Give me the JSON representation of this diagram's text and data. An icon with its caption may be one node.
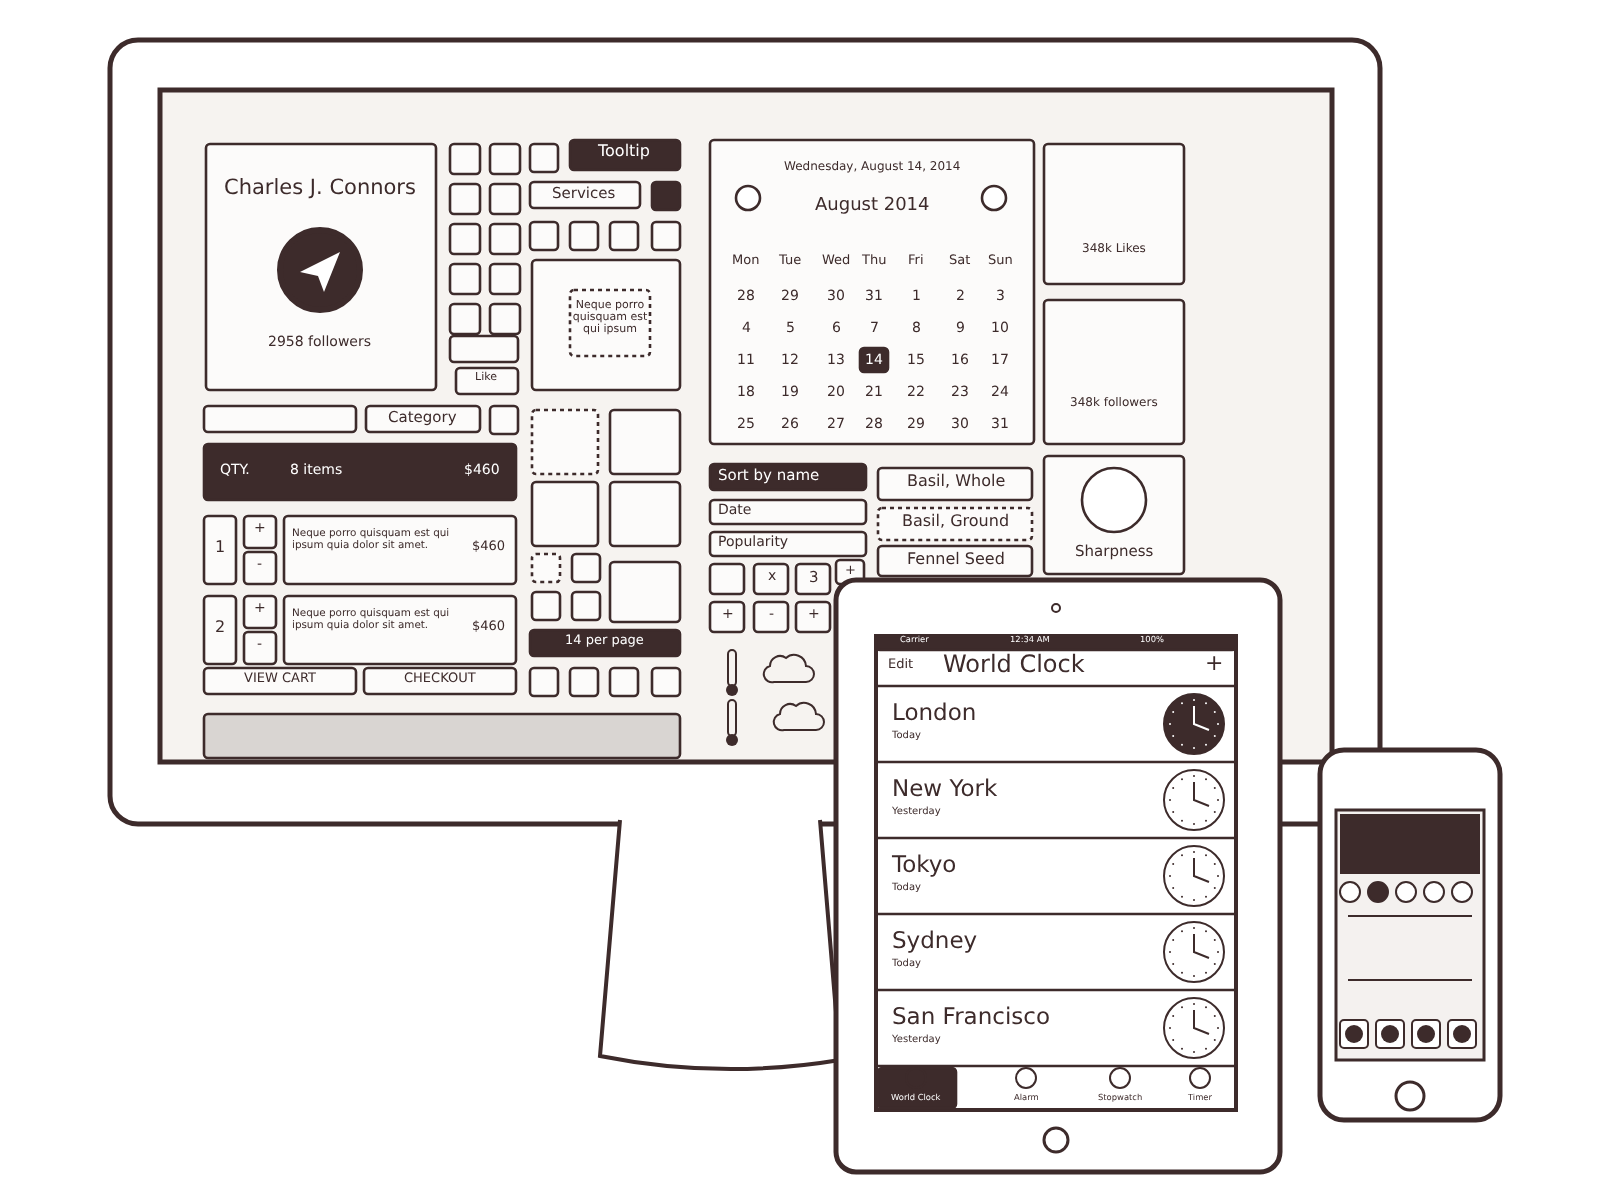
{
  "diagram": {
    "labels": [
      "Charles J. Connors",
      "2958 followers",
      "Tooltip",
      "Services",
      "Neque porro quisquam est qui ipsum",
      "Like",
      "Category",
      "QTY.",
      "8 items",
      "$460",
      "1",
      "+",
      "-",
      "Neque porro quisquam est qui ipsum quia dolor sit amet.",
      "$460",
      "2",
      "+",
      "-",
      "Neque porro quisquam est qui ipsum quia dolor sit amet.",
      "$460",
      "14 per page",
      "VIEW CART",
      "CHECKOUT",
      "Wednesday, August 14, 2014",
      "August 2014",
      "Mon",
      "Tue",
      "Wed",
      "Thu",
      "Fri",
      "Sat",
      "Sun",
      "28",
      "29",
      "30",
      "31",
      "1",
      "2",
      "3",
      "4",
      "5",
      "6",
      "7",
      "8",
      "9",
      "10",
      "11",
      "12",
      "13",
      "14",
      "15",
      "16",
      "17",
      "18",
      "19",
      "20",
      "21",
      "22",
      "23",
      "24",
      "25",
      "26",
      "27",
      "28",
      "29",
      "30",
      "31",
      "348k Likes",
      "348k followers",
      "Sort by name",
      "Date",
      "Popularity",
      "x",
      "3",
      "+",
      "+",
      "-",
      "+",
      "Basil, Whole",
      "Basil, Ground",
      "Fennel Seed",
      "Sharpness",
      "Carrier",
      "12:34 AM",
      "100%",
      "Edit",
      "World Clock",
      "+",
      "London",
      "Today",
      "New York",
      "Yesterday",
      "Tokyo",
      "Today",
      "Sydney",
      "Today",
      "San Francisco",
      "Yesterday",
      "World Clock",
      "Alarm",
      "Stopwatch",
      "Timer"
    ]
  }
}
